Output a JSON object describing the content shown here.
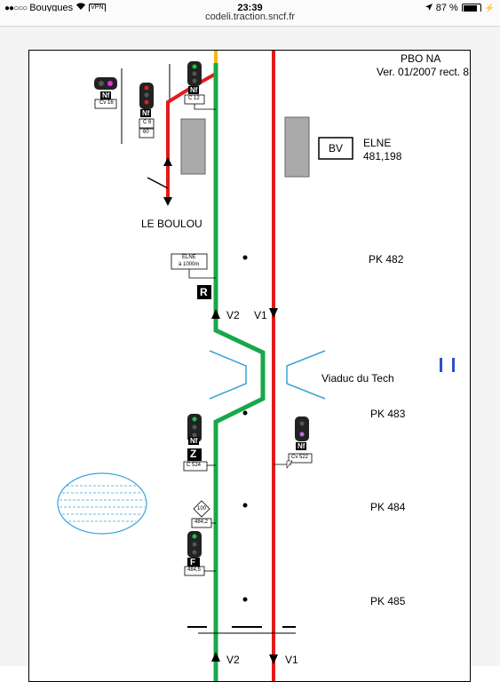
{
  "statusbar": {
    "carrier": "Bouygues",
    "vpn": "VPN",
    "time": "23:39",
    "battery": "87 %"
  },
  "browser": {
    "url": "codeli.traction.sncf.fr"
  },
  "header": {
    "line1": "PBO NA",
    "line2": "Ver. 01/2007 rect. 8"
  },
  "station": {
    "bv_label": "BV",
    "name": "ELNE",
    "pk": "481,198",
    "branch": "LE BOULOU"
  },
  "signals": {
    "cv16": "Cv 16",
    "c6": "C 6",
    "c6_speed": "60",
    "c12": "C 12",
    "nf": "Nf",
    "cv522": "Cv 522",
    "c524": "C 524",
    "z": "Z",
    "r": "R",
    "f": "F",
    "speed_100": "100",
    "pk_484_2": "484,2",
    "pk_484_5": "484,5",
    "elne_board_line1": "ELNE",
    "elne_board_line2": "à 1000m"
  },
  "tracks": {
    "v1": "V1",
    "v2": "V2",
    "v1_bottom": "V1",
    "v2_bottom": "V2",
    "colors": {
      "v1": "#e21b1b",
      "v2": "#18a84a",
      "upper": "#f2b51c",
      "water": "#3aa3d6"
    }
  },
  "markers": {
    "pk482": "PK 482",
    "pk483": "PK 483",
    "pk484": "PK 484",
    "pk485": "PK 485",
    "viaduct": "Viaduc du Tech"
  }
}
